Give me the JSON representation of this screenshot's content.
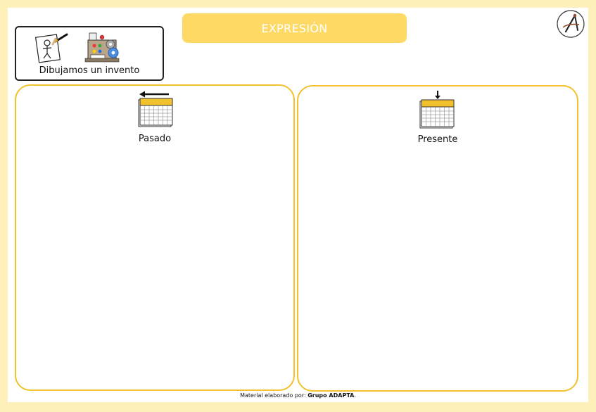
{
  "header": {
    "title": "EXPRESIÓN"
  },
  "activity": {
    "label": "Dibujamos un invento",
    "icons": [
      "drawing-person-icon",
      "invention-machine-icon"
    ]
  },
  "logo": {
    "icon": "compass-logo-icon"
  },
  "panels": [
    {
      "label": "Pasado",
      "icon": "calendar-past-icon"
    },
    {
      "label": "Presente",
      "icon": "calendar-present-icon"
    }
  ],
  "footer": {
    "prefix": "Material elaborado por:",
    "author": "Grupo ADAPTA",
    "suffix": "."
  },
  "colors": {
    "frame": "#fdf0b8",
    "title_bar": "#ffd966",
    "panel_border": "#f2c12e"
  }
}
